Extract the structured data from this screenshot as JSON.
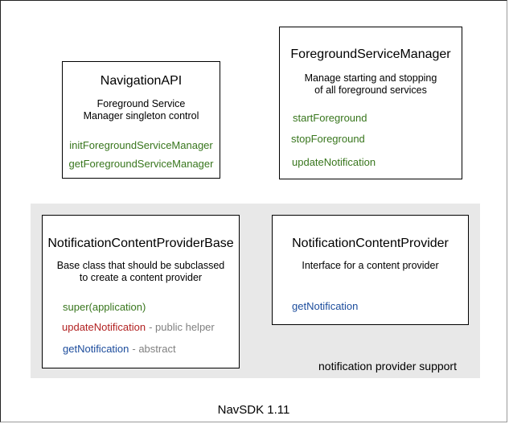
{
  "diagram_title": "NavSDK 1.11",
  "group": {
    "label": "notification provider support",
    "background": "#e8e8e8"
  },
  "colors": {
    "green": "#38761d",
    "red": "#b22222",
    "blue": "#1c4c9c",
    "gray": "#808080",
    "black": "#000000"
  },
  "boxes": [
    {
      "title": "NavigationAPI",
      "description": [
        "Foreground Service",
        "Manager singleton control"
      ],
      "methods": [
        {
          "name": "initForegroundServiceManager",
          "color": "green",
          "annotation": ""
        },
        {
          "name": "getForegroundServiceManager",
          "color": "green",
          "annotation": ""
        }
      ]
    },
    {
      "title": "ForegroundServiceManager",
      "description": [
        "Manage starting and stopping",
        "of all foreground services"
      ],
      "methods": [
        {
          "name": "startForeground",
          "color": "green",
          "annotation": ""
        },
        {
          "name": "stopForeground",
          "color": "green",
          "annotation": ""
        },
        {
          "name": "updateNotification",
          "color": "green",
          "annotation": ""
        }
      ]
    },
    {
      "title": "NotificationContentProviderBase",
      "description": [
        "Base class that should be subclassed",
        "to create a content provider"
      ],
      "methods": [
        {
          "name": "super(application)",
          "color": "green",
          "annotation": ""
        },
        {
          "name": "updateNotification",
          "color": "red",
          "annotation": "- public helper"
        },
        {
          "name": "getNotification",
          "color": "blue",
          "annotation": "- abstract"
        }
      ]
    },
    {
      "title": "NotificationContentProvider",
      "description": [
        "Interface for a content provider"
      ],
      "methods": [
        {
          "name": "getNotification",
          "color": "blue",
          "annotation": ""
        }
      ]
    }
  ]
}
